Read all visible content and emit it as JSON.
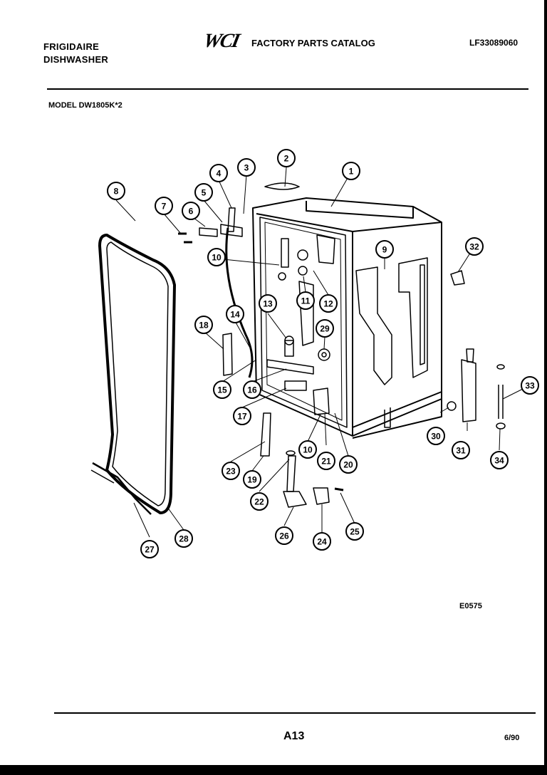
{
  "header": {
    "brand": "FRIGIDAIRE",
    "product": "DISHWASHER",
    "logo_text": "WCI",
    "catalog_title": "FACTORY PARTS CATALOG",
    "catalog_number": "LF33089060"
  },
  "model": "MODEL DW1805K*2",
  "diagram": {
    "id": "E0575",
    "callouts": [
      "1",
      "2",
      "3",
      "4",
      "5",
      "6",
      "7",
      "8",
      "9",
      "10",
      "10",
      "11",
      "12",
      "13",
      "14",
      "15",
      "16",
      "17",
      "18",
      "19",
      "20",
      "21",
      "22",
      "23",
      "24",
      "25",
      "26",
      "27",
      "28",
      "29",
      "30",
      "31",
      "32",
      "33",
      "34"
    ]
  },
  "footer": {
    "page": "A13",
    "date": "6/90"
  }
}
